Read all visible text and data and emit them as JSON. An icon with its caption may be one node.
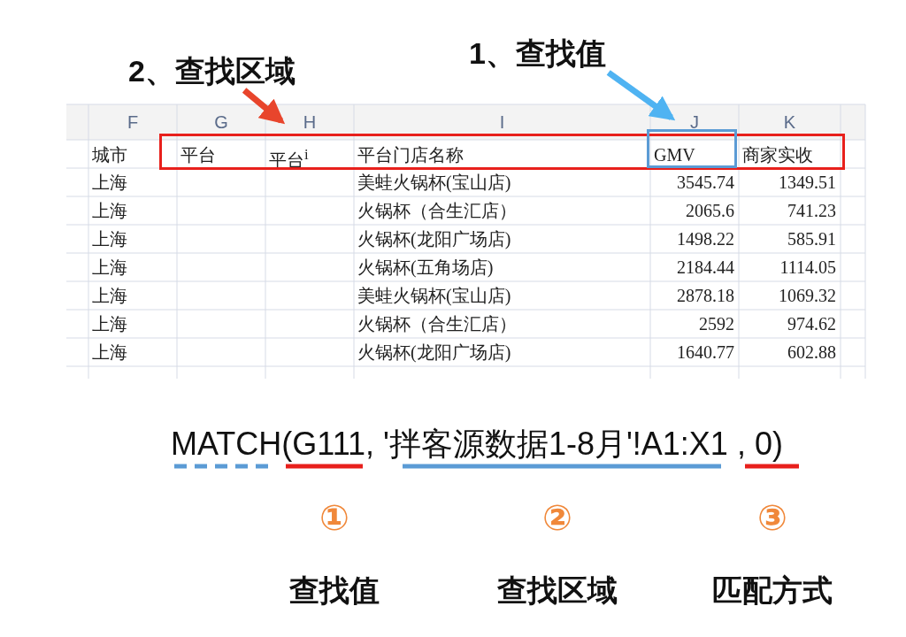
{
  "diagram": {
    "nodes": [
      {
        "text": [
          "2、查找区域"
        ]
      },
      {
        "text": [
          "1、查找值"
        ]
      },
      {
        "text": [],
        "shape": "box"
      },
      {
        "text": [],
        "shape": "box"
      }
    ],
    "edges": [
      {
        "from": 0,
        "to": 2,
        "arrow": "to",
        "color": "#e8452c"
      },
      {
        "from": 1,
        "to": 3,
        "arrow": "to",
        "color": "#4fb3f2"
      }
    ],
    "labels": [
      "F",
      "G",
      "H",
      "I",
      "J",
      "K",
      "城市",
      "平台",
      "平台$^{i}$",
      "平台门店名称",
      "GMV",
      "商家实收",
      "上海",
      "美蛙火锅杯(宝山店)",
      "3545.74",
      "1349.51",
      "上海",
      "火锅杯（合生汇店）",
      "2065.6",
      "741.23",
      "上海",
      "火锅杯(龙阳广场店)",
      "1498.22",
      "585.91",
      "上海",
      "火锅杯(五角场店)",
      "2184.44",
      "1114.05",
      "上海",
      "美蛙火锅杯(宝山店)",
      "2878.18",
      "1069.32",
      "上海",
      "火锅杯（合生汇店）",
      "2592",
      "974.62",
      "上海",
      "火锅杯(龙阳广场店)",
      "1640.77",
      "602.88",
      "MATCH(G111, '拌客源数据1-8月'!A1:X1 , 0)",
      "①",
      "②",
      "③",
      "查找值",
      "查找区域",
      "匹配方式"
    ]
  }
}
